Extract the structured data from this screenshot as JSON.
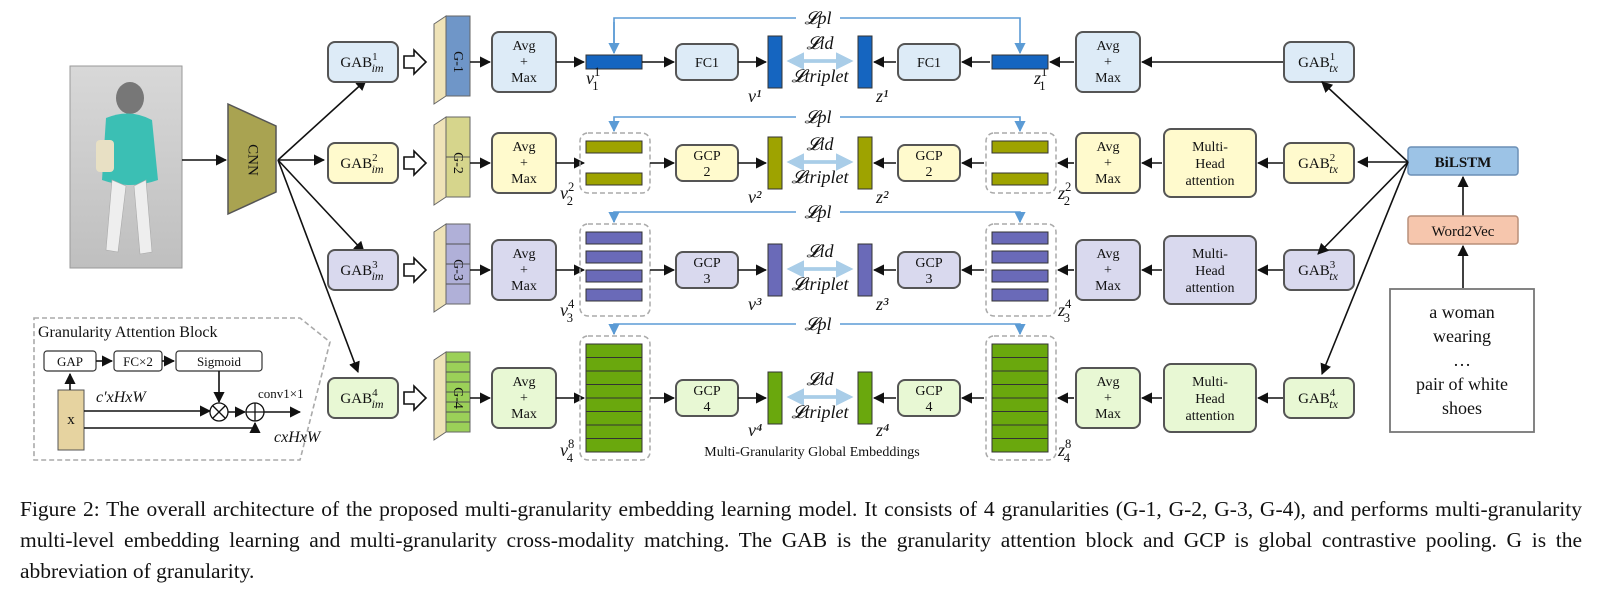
{
  "labels": {
    "cnn": "CNN",
    "bilstm": "BiLSTM",
    "word2vec": "Word2Vec",
    "gab_im": "GAB",
    "gab_sub_im": "im",
    "gab_sub_tx": "tx",
    "avg1": "Avg",
    "avg2": "+",
    "avg3": "Max",
    "fc1": "FC1",
    "gcp": "GCP",
    "mha1": "Multi-",
    "mha2": "Head",
    "mha3": "attention",
    "loss_pl": "𝓛pl",
    "loss_id": "𝓛id",
    "loss_triplet": "𝓛triplet",
    "global_embeddings": "Multi-Granularity Global Embeddings"
  },
  "granularities": [
    {
      "g": "G-1",
      "num": "1",
      "v": "v",
      "v_sup": "1",
      "v_sub": "1",
      "z_sup": "1",
      "z_sub": "1",
      "vv": "v¹",
      "zz": "z¹",
      "head": "FC1"
    },
    {
      "g": "G-2",
      "num": "2",
      "v": "v",
      "v_sup": "2",
      "v_sub": "2",
      "z_sup": "2",
      "z_sub": "2",
      "vv": "v²",
      "zz": "z²",
      "head": "GCP 2"
    },
    {
      "g": "G-3",
      "num": "3",
      "v": "v",
      "v_sup": "4",
      "v_sub": "3",
      "z_sup": "4",
      "z_sub": "3",
      "vv": "v³",
      "zz": "z³",
      "head": "GCP 3"
    },
    {
      "g": "G-4",
      "num": "4",
      "v": "v",
      "v_sup": "8",
      "v_sub": "4",
      "z_sup": "8",
      "z_sub": "4",
      "vv": "v⁴",
      "zz": "z⁴",
      "head": "GCP 4"
    }
  ],
  "text_input": {
    "line1": "a woman",
    "line2": "wearing",
    "line3": "…",
    "line4": "pair of white",
    "line5": "shoes"
  },
  "gab_block": {
    "title": "Granularity Attention Block",
    "gap": "GAP",
    "fc": "FC×2",
    "sigmoid": "Sigmoid",
    "x": "x",
    "c_prime": "c′xHxW",
    "conv": "conv1×1",
    "cxhxw": "cxHxW"
  },
  "caption": "Figure 2: The overall architecture of the proposed multi-granularity embedding learning model. It consists of 4 granularities (G-1, G-2, G-3, G-4), and performs multi-granularity multi-level embedding learning and multi-granularity cross-modality matching. The GAB is the granularity attention block and GCP is global contrastive pooling. G is the abbreviation of granularity.",
  "colors": {
    "row1_fill": "#ddebf7",
    "row1_bar": "#1565c0",
    "row2_fill": "#fffacd",
    "row2_bar": "#9ea300",
    "row3_fill": "#d9d9ee",
    "row3_bar": "#6a6ab8",
    "row4_fill": "#e8f8d4",
    "row4_bar": "#6aa80d",
    "cnn": "#a9a351",
    "bilstm": "#9cc3e6",
    "word2vec": "#f6c6ad"
  }
}
